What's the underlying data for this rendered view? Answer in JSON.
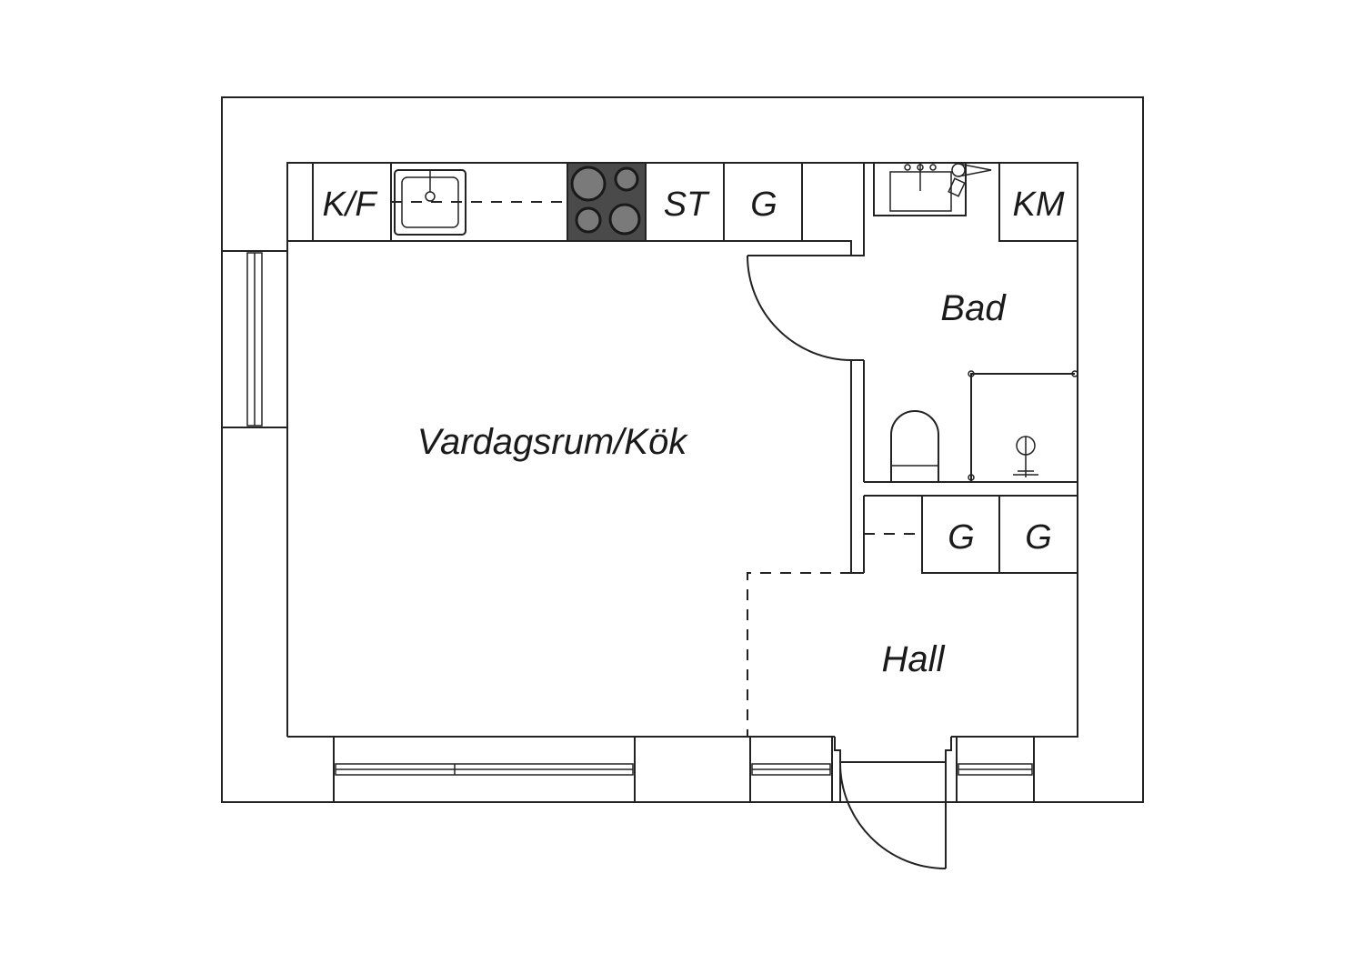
{
  "rooms": {
    "living_kitchen": "Vardagsrum/Kök",
    "bathroom": "Bad",
    "hall": "Hall"
  },
  "fixtures": {
    "fridge_freezer": "K/F",
    "stove": "ST",
    "kitchen_cabinet": "G",
    "washing_machine": "KM",
    "hall_wardrobe_1": "G",
    "hall_wardrobe_2": "G"
  },
  "colors": {
    "line": "#222222",
    "stove_fill": "#4a4a4a",
    "burner_fill": "#7a7a7a",
    "background": "#ffffff"
  }
}
